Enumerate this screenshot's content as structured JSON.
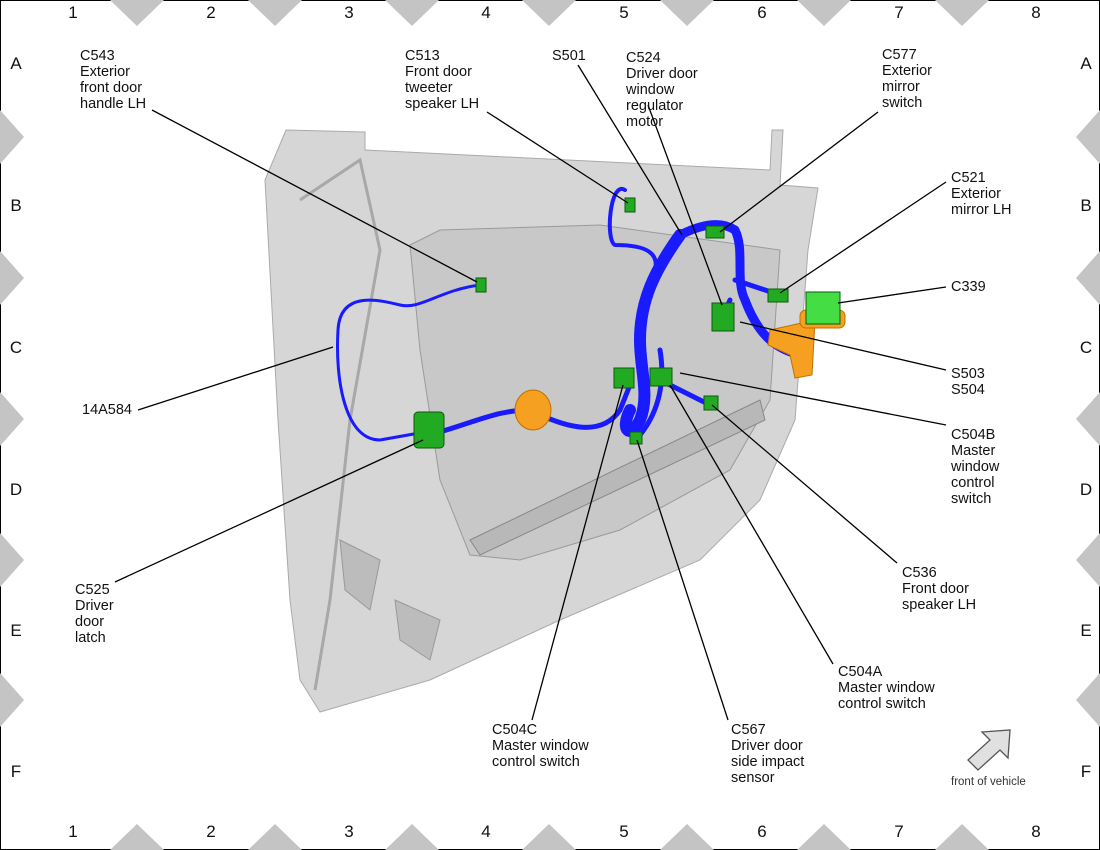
{
  "grid": {
    "columns": [
      "1",
      "2",
      "3",
      "4",
      "5",
      "6",
      "7",
      "8"
    ],
    "rows": [
      "A",
      "B",
      "C",
      "D",
      "E",
      "F"
    ]
  },
  "labels": {
    "c543": "C543\nExterior\nfront door\nhandle LH",
    "c513": "C513\nFront door\ntweeter\nspeaker LH",
    "s501": "S501",
    "c524": "C524\nDriver door\nwindow\nregulator\nmotor",
    "c577": "C577\nExterior\nmirror\nswitch",
    "c521": "C521\nExterior\nmirror LH",
    "c339": "C339",
    "s503_s504": "S503\nS504",
    "c504b": "C504B\nMaster\nwindow\ncontrol\nswitch",
    "harness": "14A584",
    "c536": "C536\nFront door\nspeaker LH",
    "c525": "C525\nDriver\ndoor\nlatch",
    "c504a": "C504A\nMaster window\ncontrol switch",
    "c504c": "C504C\nMaster window\ncontrol switch",
    "c567": "C567\nDriver door\nside impact\nsensor"
  },
  "orientation": {
    "text": "front of vehicle",
    "icon": "arrow-up-right-icon"
  },
  "colors": {
    "harness": "#1a1aff",
    "connector": "#22aa22",
    "orange": "#f5a020",
    "door": "#d4d4d4",
    "border_marks": "#c4c4c4"
  }
}
